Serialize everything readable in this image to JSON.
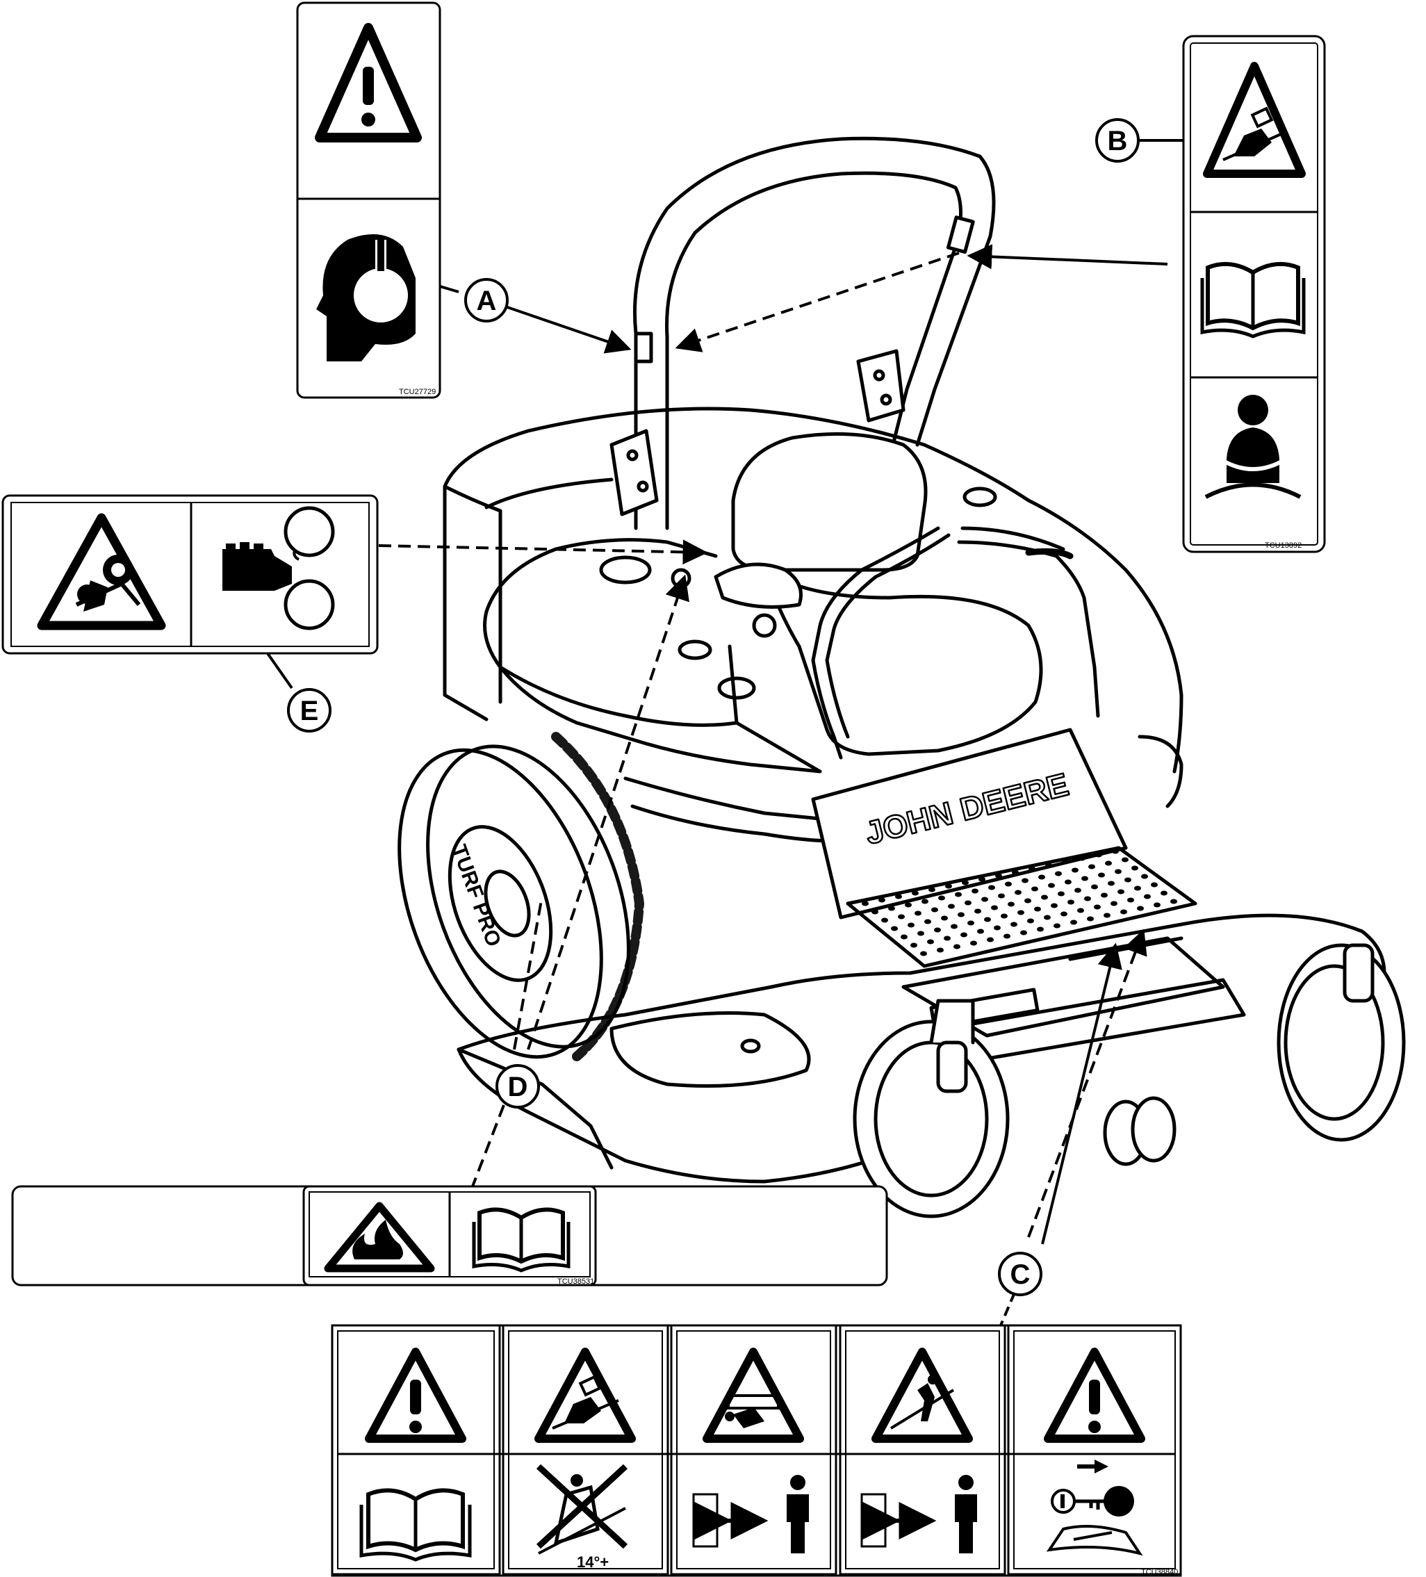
{
  "callouts": {
    "A": "A",
    "B": "B",
    "C": "C",
    "D": "D",
    "E": "E"
  },
  "decal_codes": {
    "A": "TCU27729",
    "B": "TCU13892",
    "C": "TCU38840",
    "D": "TCU38531"
  },
  "mower": {
    "brand": "JOHN DEERE",
    "tire_brand": "TURF PRO",
    "slope_label": "14°+"
  },
  "icons": {
    "warning": "warning-triangle-icon",
    "hearing": "hearing-protection-icon",
    "rollover": "rollover-hazard-icon",
    "manual": "operator-manual-icon",
    "seatbelt": "seatbelt-icon",
    "entanglement": "belt-entanglement-icon",
    "hand_crush": "hand-crush-icon",
    "fire": "fire-hazard-icon",
    "thrown_object": "thrown-object-icon",
    "keep_away": "keep-distance-icon",
    "key_removal": "remove-key-icon"
  },
  "colors": {
    "line": "#000000",
    "background": "#ffffff"
  }
}
